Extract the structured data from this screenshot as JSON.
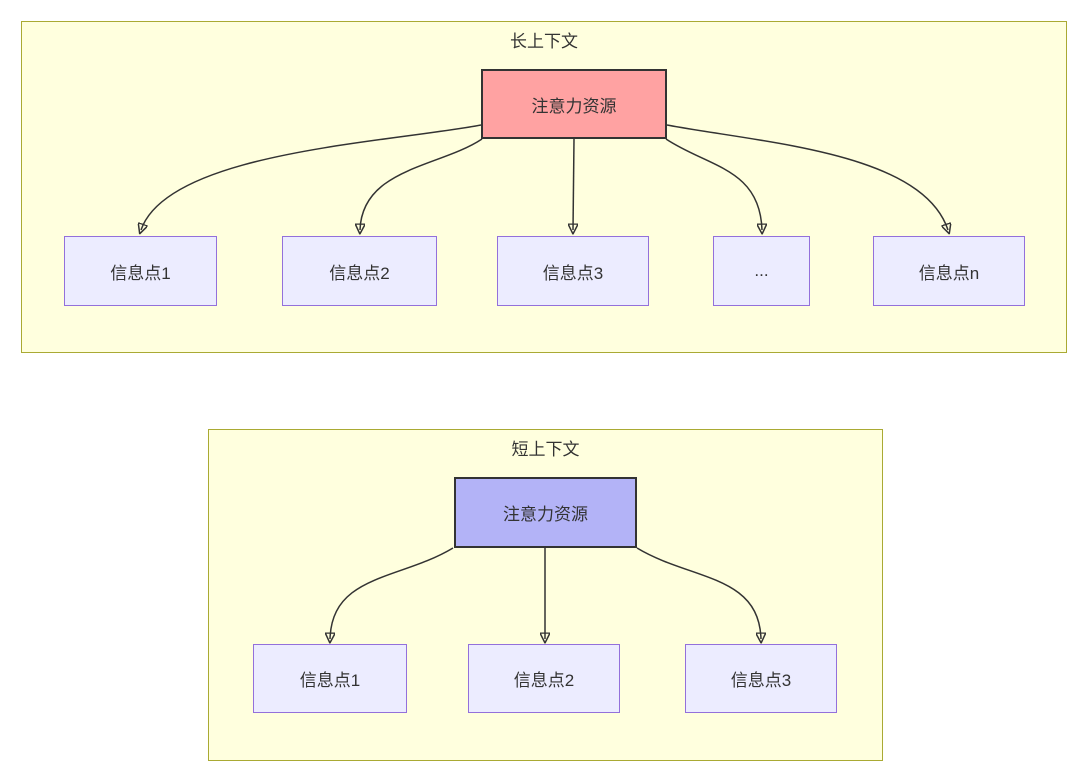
{
  "long_context": {
    "title": "长上下文",
    "attention": {
      "label": "注意力资源",
      "fill": "#ffa2a2"
    },
    "nodes": [
      {
        "label": "信息点1"
      },
      {
        "label": "信息点2"
      },
      {
        "label": "信息点3"
      },
      {
        "label": "..."
      },
      {
        "label": "信息点n"
      }
    ]
  },
  "short_context": {
    "title": "短上下文",
    "attention": {
      "label": "注意力资源",
      "fill": "#b3b3f7"
    },
    "nodes": [
      {
        "label": "信息点1"
      },
      {
        "label": "信息点2"
      },
      {
        "label": "信息点3"
      }
    ]
  },
  "colors": {
    "group_fill": "#ffffde",
    "group_border": "#aaaa33",
    "info_node_fill": "#ececff",
    "info_node_border": "#9370db",
    "attention_border": "#333333",
    "arrow": "#333333",
    "text": "#333333",
    "page_background": "#ffffff"
  }
}
